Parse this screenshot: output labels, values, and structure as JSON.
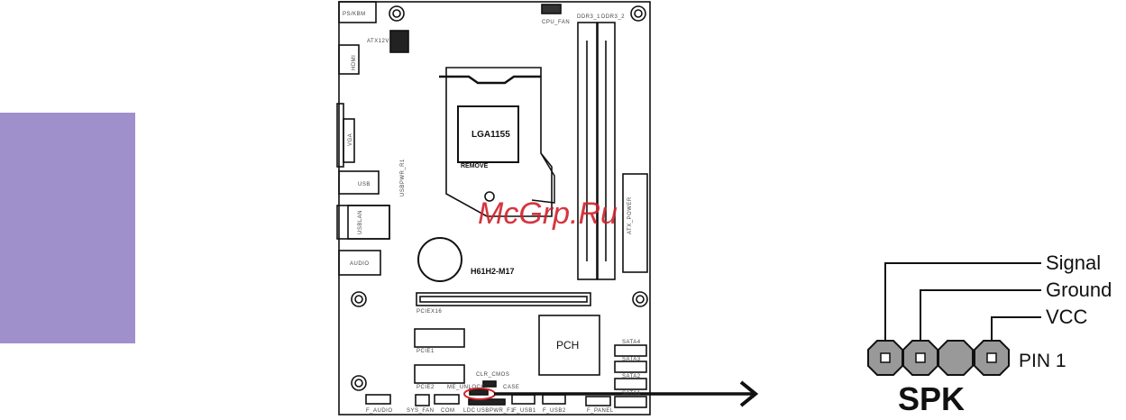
{
  "side_tab_color": "#9f90cc",
  "board": {
    "labels": {
      "pskbm": "PS/KBM",
      "atx12v": "ATX12V",
      "hdmi": "HDMI",
      "vga": "VGA",
      "usb": "USB",
      "usbpwr_r1": "USBPWR_R1",
      "usblan": "USBLAN",
      "audio": "AUDIO",
      "cpu_fan": "CPU_FAN",
      "ddr3_1": "DDR3_1",
      "ddr3_2": "DDR3_2",
      "socket": "LGA1155",
      "remove": "REMOVE",
      "atx_power": "ATX_POWER",
      "model": "H61H2-M17",
      "pciex16": "PCIEX16",
      "pcie1": "PCIE1",
      "pcie2": "PCIE2",
      "pch": "PCH",
      "sata4": "SATA4",
      "sata3": "SATA3",
      "sata2": "SATA2",
      "sata1": "SATA1",
      "clr_cmos": "CLR_CMOS",
      "me_unlock": "ME_UNLOCK",
      "case": "CASE",
      "f_audio": "F_AUDIO",
      "sys_fan": "SYS_FAN",
      "com": "COM",
      "ldc": "LDC",
      "usbpwr_f1": "USBPWR_F1",
      "f_usb1": "F_USB1",
      "f_usb2": "F_USB2",
      "f_panel": "F_PANEL"
    },
    "highlight_color": "#d0202a"
  },
  "watermark": {
    "text": "McGrp.Ru",
    "color": "#d0202a"
  },
  "speaker_header": {
    "title": "SPK",
    "pin_labels": {
      "signal": "Signal",
      "ground": "Ground",
      "vcc": "VCC",
      "pin1": "PIN 1"
    },
    "pin_color": "#999999"
  }
}
